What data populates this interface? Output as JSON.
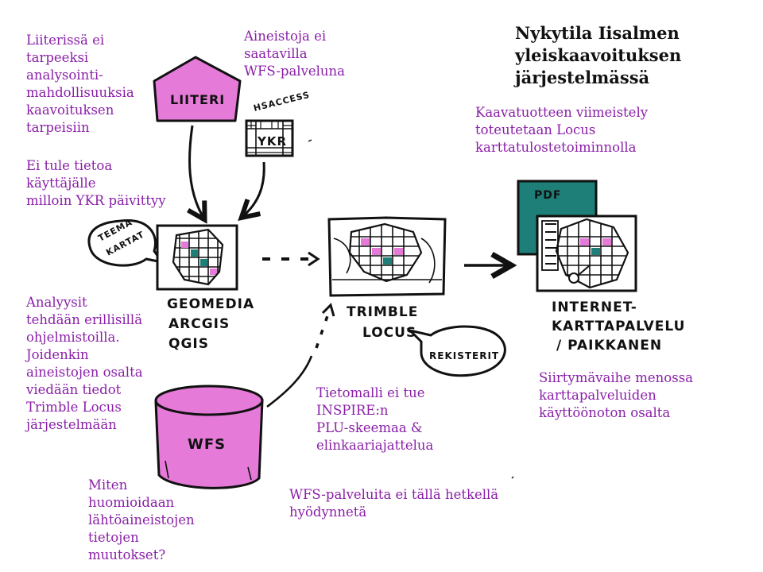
{
  "title": {
    "lines": [
      "Nykytila Iisalmen",
      "yleiskaavoituksen",
      "järjestelmässä"
    ]
  },
  "notes": {
    "liiteri": [
      "Liiterissä ei",
      "tarpeeksi",
      "analysointi-",
      "mahdollisuuksia",
      "kaavoituksen",
      "tarpeisiin"
    ],
    "ykr_update": [
      "Ei tule tietoa",
      "käyttäjälle",
      "milloin YKR päivittyy"
    ],
    "wfs_unavailable": [
      "Aineistoja ei",
      "saatavilla",
      "WFS-palveluna"
    ],
    "analyses": [
      "Analyysit",
      "tehdään erillisillä",
      "ohjelmistoilla.",
      "Joidenkin",
      "aineistojen osalta",
      "viedään tiedot",
      "Trimble Locus",
      "järjestelmään"
    ],
    "source_changes": [
      "Miten",
      "huomioidaan",
      "lähtöaineistojen",
      "tietojen",
      "muutokset?"
    ],
    "inspire": [
      "Tietomalli ei tue",
      "INSPIRE:n",
      "PLU-skeemaa &",
      "elinkaariajattelua"
    ],
    "wfs_not_used": [
      "WFS-palveluita ei tällä hetkellä",
      "hyödynnetä"
    ],
    "finishing": [
      "Kaavatuotteen viimeistely",
      "toteutetaan Locus",
      "karttatulostetoiminnolla"
    ],
    "transition": [
      "Siirtymävaihe menossa",
      "karttapalveluiden",
      "käyttöönoton osalta"
    ]
  },
  "labels": {
    "liiteri": "LIITERI",
    "hsaccess": "HSACCESS",
    "ykr": "YKR",
    "teemakartat_1": "TEEMA-",
    "teemakartat_2": "KARTAT",
    "geomedia": "GEOMEDIA",
    "arcgis": "ARCGIS",
    "qgis": "QGIS",
    "trimble": "TRIMBLE",
    "locus": "LOCUS",
    "rekisterit": "REKISTERIT",
    "pdf": "PDF",
    "internet_1": "INTERNET-",
    "internet_2": "KARTTAPALVELU",
    "internet_3": "/ PAIKKANEN",
    "wfs": "WFS"
  },
  "colors": {
    "note_text": "#8a1fa8",
    "magenta": "#e57ad9",
    "teal": "#1e7f78",
    "ink": "#111111"
  }
}
